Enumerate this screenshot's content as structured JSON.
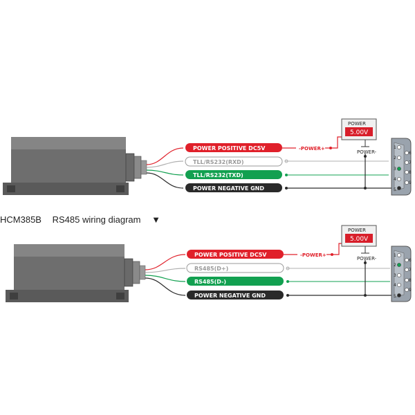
{
  "diagram1": {
    "labels": {
      "power_positive": "POWER POSITIVE DC5V",
      "wire2": "TLL/RS232(RXD)",
      "wire3": "TLL/RS232(TXD)",
      "power_negative": "POWER NEGATIVE GND"
    },
    "supply": {
      "title": "POWER",
      "reading": "5.00V",
      "plus_label": "-POWER+",
      "minus_label": "POWER-"
    },
    "db9_pins": [
      "1",
      "2",
      "3",
      "4",
      "5",
      "6",
      "7",
      "8",
      "9"
    ]
  },
  "heading": {
    "model": "HCM385B",
    "title": "RS485 wiring diagram",
    "arrow": "▼"
  },
  "diagram2": {
    "labels": {
      "power_positive": "POWER POSITIVE DC5V",
      "wire2": "RS485(D+)",
      "wire3": "RS485(D-)",
      "power_negative": "POWER NEGATIVE GND"
    },
    "supply": {
      "title": "POWER",
      "reading": "5.00V",
      "plus_label": "-POWER+",
      "minus_label": "POWER-"
    },
    "db9_pins": [
      "1",
      "2",
      "3",
      "4",
      "5",
      "6",
      "7",
      "8",
      "9"
    ]
  },
  "colors": {
    "red": "#e0202a",
    "green": "#12a050",
    "black": "#2a2a2a",
    "grey_wire": "#b0b0b0",
    "device_body": "#6e6e6e",
    "device_dark": "#555555"
  }
}
